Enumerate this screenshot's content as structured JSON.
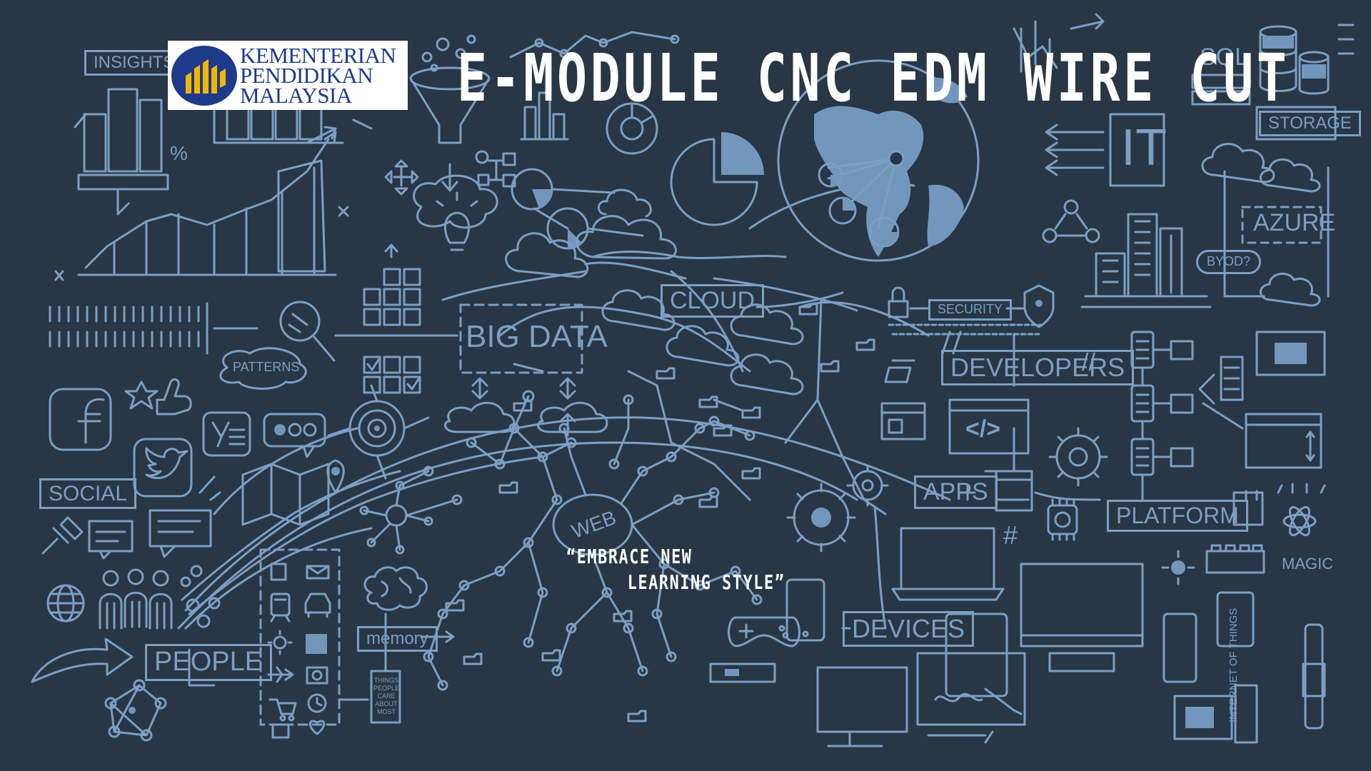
{
  "header": {
    "title": "E-MODULE CNC EDM WIRE CUT",
    "logo_lines": [
      "KEMENTERIAN",
      "PENDIDIKAN",
      "MALAYSIA"
    ]
  },
  "quote": {
    "line1": "“EMBRACE NEW",
    "line2": "LEARNING STYLE”"
  },
  "doodle_labels": {
    "insights": "INSIGHTS",
    "percent": "%",
    "big_data": "BIG DATA",
    "patterns": "PATTERNS",
    "cloud": "CLOUD",
    "security": "SECURITY",
    "developers": "DEVELOPERS",
    "code": "</>",
    "social": "SOCIAL",
    "people": "PEOPLE",
    "memory": "memory",
    "things_people_care_about": "THINGS PEOPLE CARE ABOUT MOST",
    "web": "WEB",
    "apps": "APPS",
    "platform": "PLATFORM",
    "devices": "DEVICES",
    "magic": "MAGIC",
    "it": "IT",
    "sql": "SQL",
    "storage": "STORAGE",
    "azure": "AZURE",
    "byod": "BYOD?",
    "internet_of_things": "INTERNET OF THINGS",
    "hash": "#",
    "slashes": "//"
  },
  "colors": {
    "background": "#283645",
    "doodle": "#7c9fc4",
    "title": "#ffffff",
    "logo_blue": "#1e3a8a",
    "logo_gold": "#f2b705"
  }
}
